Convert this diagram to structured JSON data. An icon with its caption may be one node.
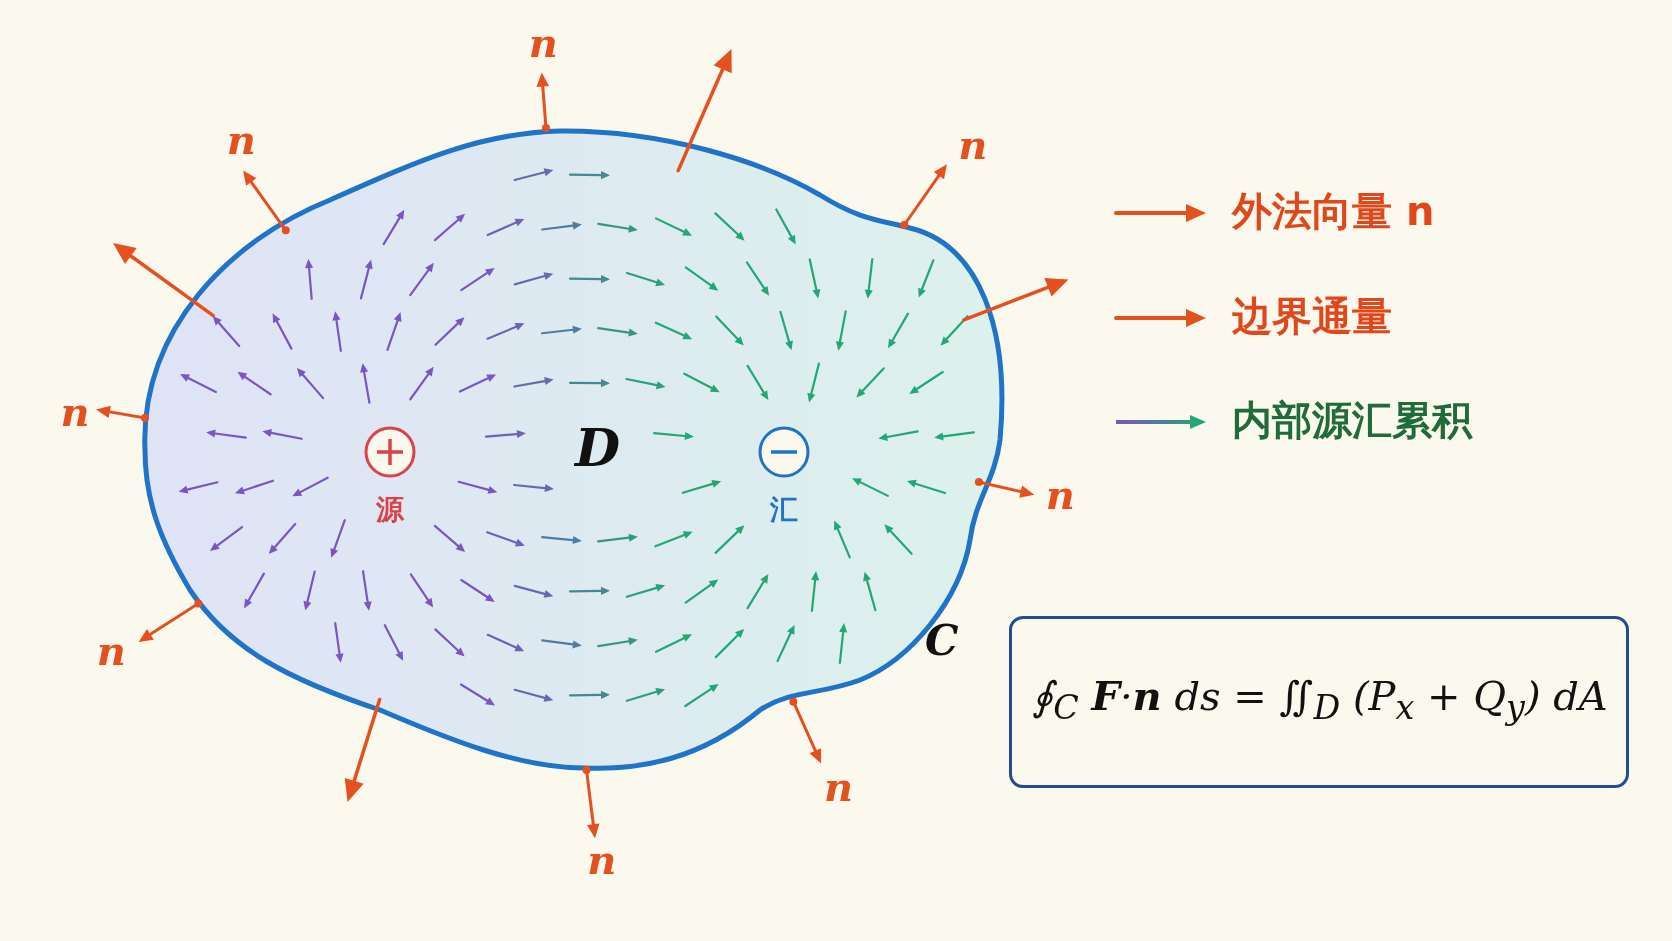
{
  "diagram": {
    "nodes": [
      {
        "text": [
          "D"
        ],
        "beside": [
          "C"
        ]
      },
      {
        "text": [],
        "shape": "circle",
        "in": 0,
        "beside": [
          "源"
        ]
      },
      {
        "text": [],
        "shape": "circle",
        "in": 0,
        "beside": [
          "汇"
        ]
      }
    ],
    "labels": [
      "n",
      "n",
      "n",
      "n",
      "n",
      "n",
      "n",
      "n",
      "∮$_{C}$ **F**·**n** ds = ∬$_{D}$ (P$_{x}$ + Q$_{y}$) dA"
    ],
    "legend": [
      {
        "text": "外法向量 n"
      },
      {
        "text": "边界通量"
      },
      {
        "text": "内部源汇累积"
      }
    ]
  }
}
